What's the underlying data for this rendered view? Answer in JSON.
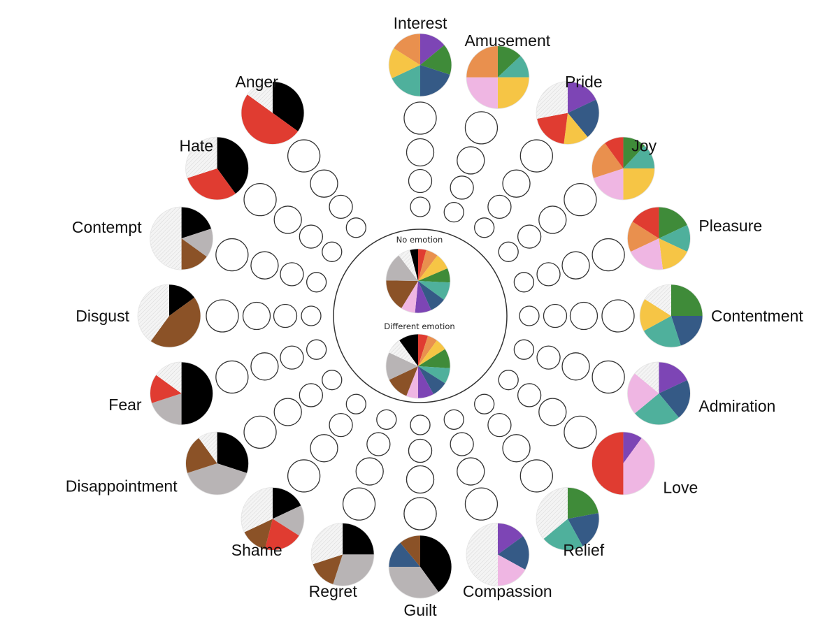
{
  "colors": {
    "Purple": "#7d45b5",
    "Green": "#3f8b39",
    "Teal": "#4fb09c",
    "Navy": "#355a86",
    "Yellow": "#f6c545",
    "Orange": "#e9904e",
    "Pink": "#efb6e3",
    "Red": "#e03c31",
    "Black": "#000000",
    "Gray": "#b8b4b5",
    "Brown": "#8b5227",
    "Hatched": "#f1f1f1"
  },
  "chart_data": {
    "type": "pie",
    "center": {
      "labels": [
        "No emotion",
        "Different emotion"
      ],
      "pies": [
        {
          "label": "No emotion",
          "slices": [
            {
              "color": "Red",
              "value": 4
            },
            {
              "color": "Orange",
              "value": 6
            },
            {
              "color": "Yellow",
              "value": 8
            },
            {
              "color": "Green",
              "value": 7
            },
            {
              "color": "Teal",
              "value": 9
            },
            {
              "color": "Navy",
              "value": 8
            },
            {
              "color": "Purple",
              "value": 8
            },
            {
              "color": "Pink",
              "value": 7
            },
            {
              "color": "Brown",
              "value": 16
            },
            {
              "color": "Gray",
              "value": 14
            },
            {
              "color": "Hatched",
              "value": 6
            },
            {
              "color": "Black",
              "value": 4
            }
          ]
        },
        {
          "label": "Different emotion",
          "slices": [
            {
              "color": "Red",
              "value": 5
            },
            {
              "color": "Orange",
              "value": 5
            },
            {
              "color": "Yellow",
              "value": 6
            },
            {
              "color": "Green",
              "value": 10
            },
            {
              "color": "Teal",
              "value": 8
            },
            {
              "color": "Navy",
              "value": 8
            },
            {
              "color": "Purple",
              "value": 8
            },
            {
              "color": "Pink",
              "value": 6
            },
            {
              "color": "Brown",
              "value": 12
            },
            {
              "color": "Gray",
              "value": 14
            },
            {
              "color": "Hatched",
              "value": 8
            },
            {
              "color": "Black",
              "value": 10
            }
          ]
        }
      ]
    },
    "emotions": [
      {
        "label": "Interest",
        "slices": [
          {
            "color": "Purple",
            "value": 14
          },
          {
            "color": "Green",
            "value": 16
          },
          {
            "color": "Navy",
            "value": 20
          },
          {
            "color": "Teal",
            "value": 18
          },
          {
            "color": "Yellow",
            "value": 16
          },
          {
            "color": "Orange",
            "value": 16
          }
        ]
      },
      {
        "label": "Amusement",
        "slices": [
          {
            "color": "Green",
            "value": 13
          },
          {
            "color": "Teal",
            "value": 12
          },
          {
            "color": "Yellow",
            "value": 25
          },
          {
            "color": "Pink",
            "value": 25
          },
          {
            "color": "Orange",
            "value": 25
          }
        ]
      },
      {
        "label": "Pride",
        "slices": [
          {
            "color": "Purple",
            "value": 18
          },
          {
            "color": "Navy",
            "value": 21
          },
          {
            "color": "Yellow",
            "value": 13
          },
          {
            "color": "Red",
            "value": 20
          },
          {
            "color": "Hatched",
            "value": 28
          }
        ]
      },
      {
        "label": "Joy",
        "slices": [
          {
            "color": "Green",
            "value": 12
          },
          {
            "color": "Teal",
            "value": 13
          },
          {
            "color": "Yellow",
            "value": 25
          },
          {
            "color": "Pink",
            "value": 20
          },
          {
            "color": "Orange",
            "value": 20
          },
          {
            "color": "Red",
            "value": 10
          }
        ]
      },
      {
        "label": "Pleasure",
        "slices": [
          {
            "color": "Green",
            "value": 18
          },
          {
            "color": "Teal",
            "value": 14
          },
          {
            "color": "Yellow",
            "value": 16
          },
          {
            "color": "Pink",
            "value": 20
          },
          {
            "color": "Orange",
            "value": 16
          },
          {
            "color": "Red",
            "value": 16
          }
        ]
      },
      {
        "label": "Contentment",
        "slices": [
          {
            "color": "Green",
            "value": 25
          },
          {
            "color": "Navy",
            "value": 20
          },
          {
            "color": "Teal",
            "value": 22
          },
          {
            "color": "Yellow",
            "value": 17
          },
          {
            "color": "Hatched",
            "value": 16
          }
        ]
      },
      {
        "label": "Admiration",
        "slices": [
          {
            "color": "Purple",
            "value": 18
          },
          {
            "color": "Navy",
            "value": 21
          },
          {
            "color": "Teal",
            "value": 25
          },
          {
            "color": "Pink",
            "value": 22
          },
          {
            "color": "Hatched",
            "value": 14
          }
        ]
      },
      {
        "label": "Love",
        "slices": [
          {
            "color": "Purple",
            "value": 10
          },
          {
            "color": "Pink",
            "value": 40
          },
          {
            "color": "Red",
            "value": 50
          }
        ]
      },
      {
        "label": "Relief",
        "slices": [
          {
            "color": "Green",
            "value": 22
          },
          {
            "color": "Navy",
            "value": 20
          },
          {
            "color": "Teal",
            "value": 22
          },
          {
            "color": "Hatched",
            "value": 36
          }
        ]
      },
      {
        "label": "Compassion",
        "slices": [
          {
            "color": "Purple",
            "value": 15
          },
          {
            "color": "Navy",
            "value": 18
          },
          {
            "color": "Pink",
            "value": 17
          },
          {
            "color": "Hatched",
            "value": 50
          }
        ]
      },
      {
        "label": "Guilt",
        "slices": [
          {
            "color": "Black",
            "value": 40
          },
          {
            "color": "Gray",
            "value": 35
          },
          {
            "color": "Navy",
            "value": 14
          },
          {
            "color": "Brown",
            "value": 11
          }
        ]
      },
      {
        "label": "Regret",
        "slices": [
          {
            "color": "Black",
            "value": 25
          },
          {
            "color": "Gray",
            "value": 30
          },
          {
            "color": "Brown",
            "value": 15
          },
          {
            "color": "Hatched",
            "value": 30
          }
        ]
      },
      {
        "label": "Shame",
        "slices": [
          {
            "color": "Black",
            "value": 18
          },
          {
            "color": "Gray",
            "value": 16
          },
          {
            "color": "Red",
            "value": 20
          },
          {
            "color": "Brown",
            "value": 14
          },
          {
            "color": "Hatched",
            "value": 32
          }
        ]
      },
      {
        "label": "Disappointment",
        "slices": [
          {
            "color": "Black",
            "value": 30
          },
          {
            "color": "Gray",
            "value": 40
          },
          {
            "color": "Brown",
            "value": 20
          },
          {
            "color": "Hatched",
            "value": 10
          }
        ]
      },
      {
        "label": "Fear",
        "slices": [
          {
            "color": "Black",
            "value": 50
          },
          {
            "color": "Gray",
            "value": 20
          },
          {
            "color": "Red",
            "value": 15
          },
          {
            "color": "Hatched",
            "value": 15
          }
        ]
      },
      {
        "label": "Disgust",
        "slices": [
          {
            "color": "Black",
            "value": 15
          },
          {
            "color": "Brown",
            "value": 45
          },
          {
            "color": "Hatched",
            "value": 40
          }
        ]
      },
      {
        "label": "Contempt",
        "slices": [
          {
            "color": "Black",
            "value": 20
          },
          {
            "color": "Gray",
            "value": 15
          },
          {
            "color": "Brown",
            "value": 15
          },
          {
            "color": "Hatched",
            "value": 50
          }
        ]
      },
      {
        "label": "Hate",
        "slices": [
          {
            "color": "Black",
            "value": 40
          },
          {
            "color": "Red",
            "value": 30
          },
          {
            "color": "Hatched",
            "value": 30
          }
        ]
      },
      {
        "label": "Anger",
        "slices": [
          {
            "color": "Black",
            "value": 35
          },
          {
            "color": "Red",
            "value": 50
          },
          {
            "color": "Hatched",
            "value": 15
          }
        ]
      }
    ]
  }
}
